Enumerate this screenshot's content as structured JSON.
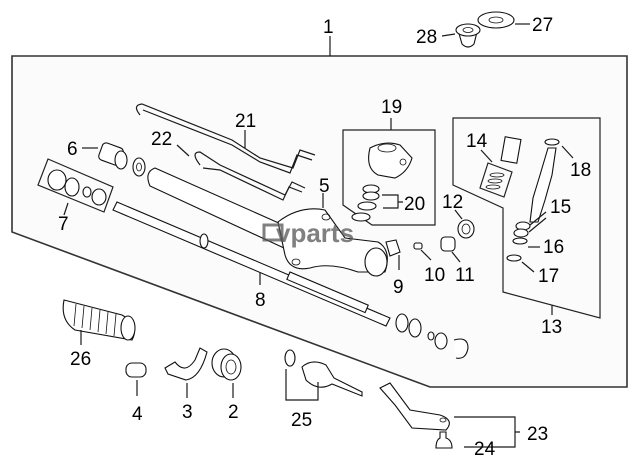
{
  "diagram": {
    "title": "Power Steering Rack & Pinion Assembly",
    "watermark": "vparts",
    "callouts": [
      {
        "id": "1",
        "part": "steering-gear-box-assembly"
      },
      {
        "id": "2",
        "part": "bushing"
      },
      {
        "id": "3",
        "part": "gear-box-bracket"
      },
      {
        "id": "4",
        "part": "grommet"
      },
      {
        "id": "5",
        "part": "valve-body-housing"
      },
      {
        "id": "6",
        "part": "end-plug"
      },
      {
        "id": "7",
        "part": "seal-kit"
      },
      {
        "id": "8",
        "part": "rack"
      },
      {
        "id": "9",
        "part": "rack-guide"
      },
      {
        "id": "10",
        "part": "spring"
      },
      {
        "id": "11",
        "part": "guide-screw"
      },
      {
        "id": "12",
        "part": "lock-nut"
      },
      {
        "id": "13",
        "part": "valve-sub-assembly"
      },
      {
        "id": "14",
        "part": "seal-ring-kit"
      },
      {
        "id": "15",
        "part": "seal-rings"
      },
      {
        "id": "16",
        "part": "o-ring"
      },
      {
        "id": "17",
        "part": "o-ring"
      },
      {
        "id": "18",
        "part": "o-ring"
      },
      {
        "id": "19",
        "part": "valve-body-kit"
      },
      {
        "id": "20",
        "part": "seals"
      },
      {
        "id": "21",
        "part": "pressure-tube"
      },
      {
        "id": "22",
        "part": "return-tube"
      },
      {
        "id": "23",
        "part": "tie-rod-end"
      },
      {
        "id": "24",
        "part": "boot"
      },
      {
        "id": "25",
        "part": "inner-tie-rod"
      },
      {
        "id": "26",
        "part": "rack-boot"
      },
      {
        "id": "27",
        "part": "washer"
      },
      {
        "id": "28",
        "part": "insulator"
      }
    ]
  }
}
